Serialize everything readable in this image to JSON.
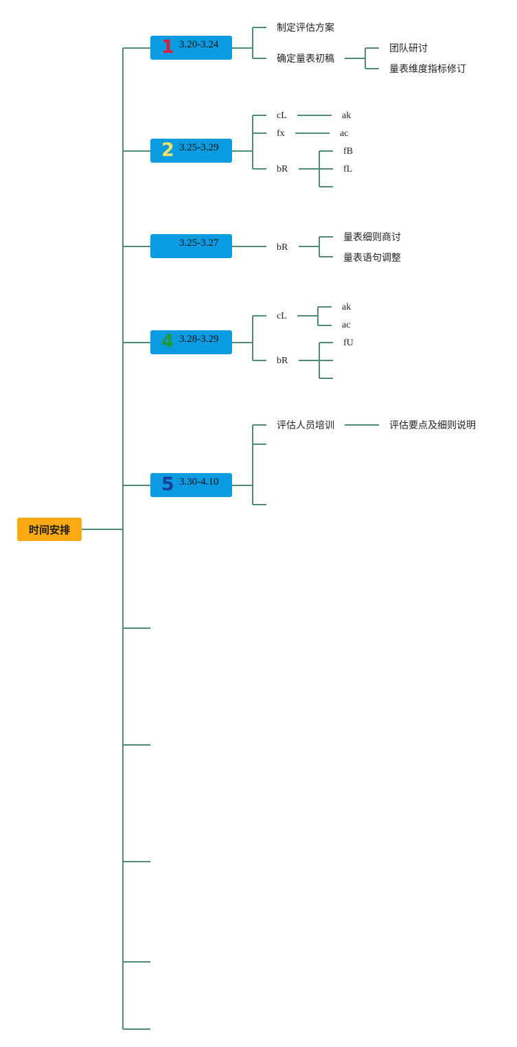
{
  "root": {
    "label": "时间安排"
  },
  "colors": {
    "connector": "#4F8A78",
    "root_fill": "#FBAA14",
    "node_fill": "#0A9BE0"
  },
  "phases": [
    {
      "num": "1",
      "num_color": "#D8203A",
      "range": "3.20-3.24"
    },
    {
      "num": "2",
      "num_color": "#F2E26A",
      "range": "3.25-3.29"
    },
    {
      "num": "",
      "num_color": "#0A9BE0",
      "range": "3.25-3.27"
    },
    {
      "num": "4",
      "num_color": "#1E9A3A",
      "range": "3.28-3.29"
    },
    {
      "num": "5",
      "num_color": "#1A3E9A",
      "range": "3.30-4.10"
    }
  ],
  "leaves": {
    "p1_a": "制定评估方案",
    "p1_b": "确定量表初稿",
    "p1_b1": "团队研讨",
    "p1_b2": "量表维度指标修订",
    "p2_a": "cL",
    "p2_a1": "ak",
    "p2_b": "fx",
    "p2_b1": "ac",
    "p2_c": "bR",
    "p2_c1": "fB",
    "p2_c2": "fL",
    "p3_a": "bR",
    "p3_a1": "量表细则商讨",
    "p3_a2": "量表语句调整",
    "p4_a": "cL",
    "p4_a1": "ak",
    "p4_a2": "ac",
    "p4_b": "bR",
    "p4_b1": "fU",
    "p5_a": "评估人员培训",
    "p5_a1": "评估要点及细则说明"
  }
}
